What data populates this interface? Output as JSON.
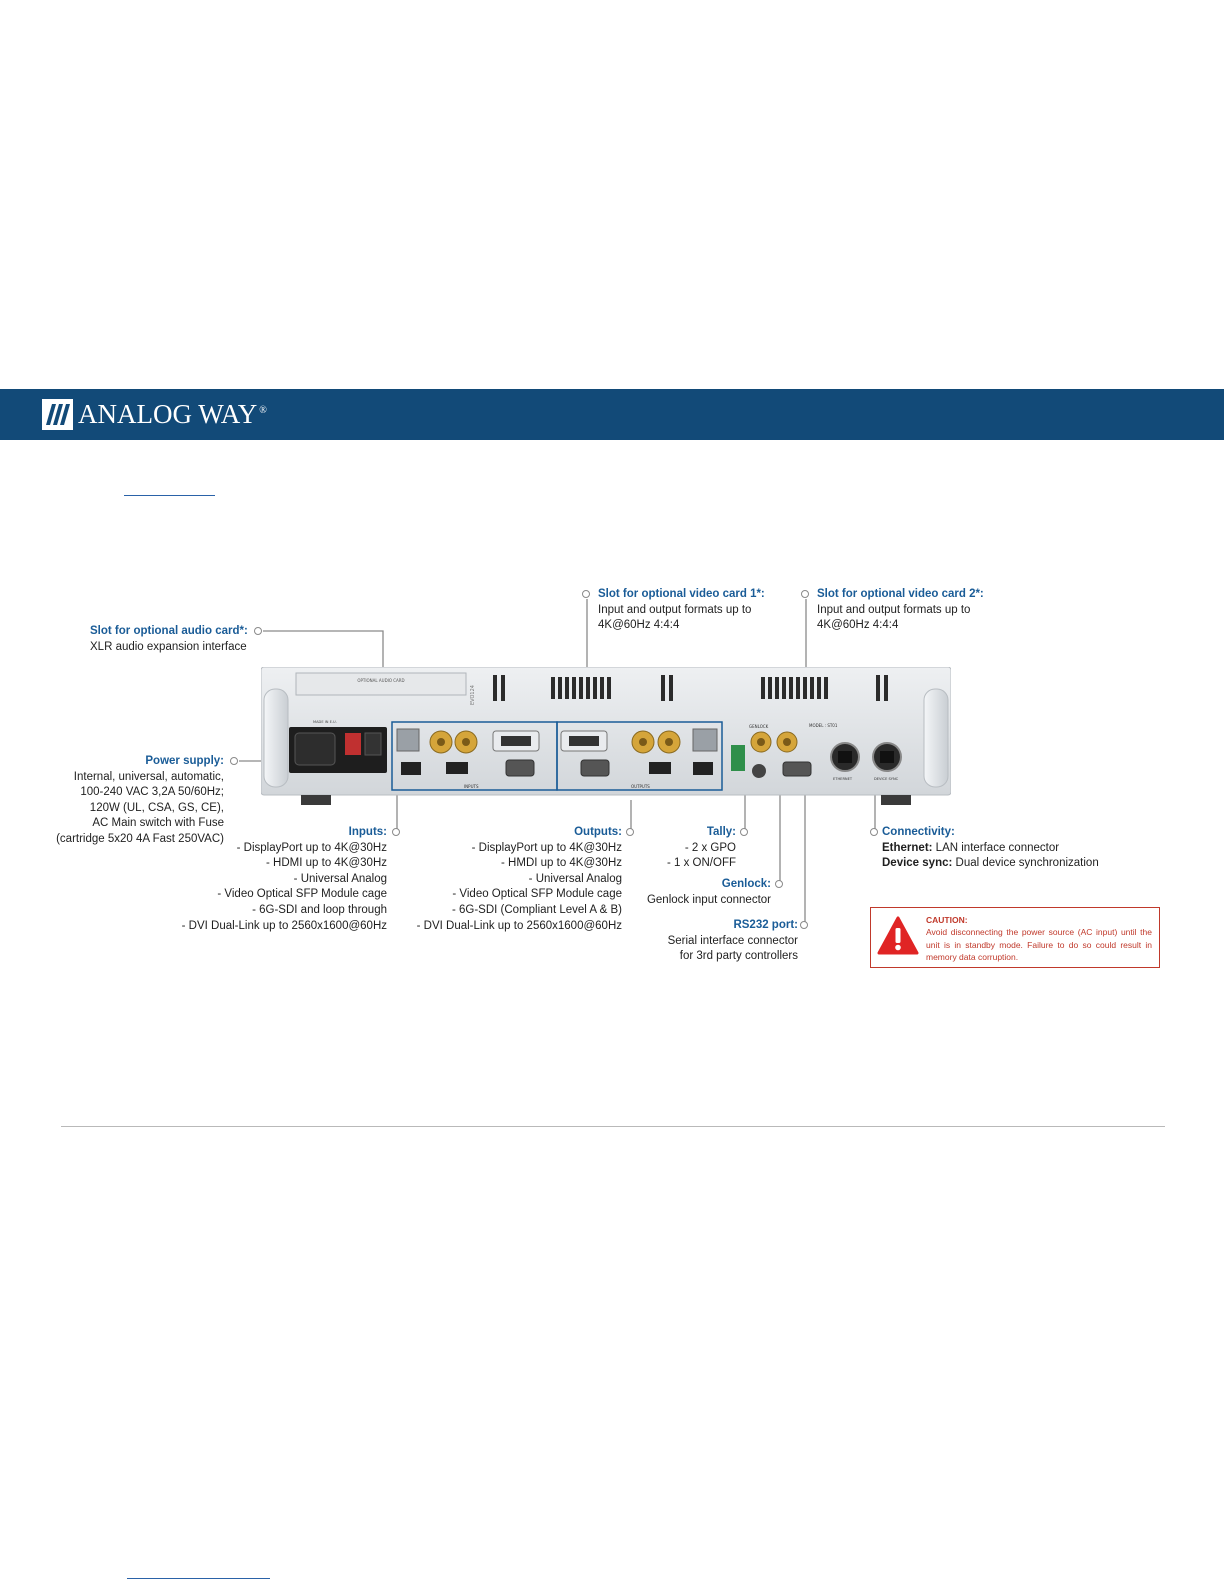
{
  "header": {
    "brand": "ANALOG WAY",
    "registered": "®"
  },
  "annotations": {
    "audio_card": {
      "title": "Slot for optional audio card*:",
      "lines": [
        "XLR audio expansion interface"
      ]
    },
    "video_card_1": {
      "title": "Slot for optional video card 1*:",
      "lines": [
        "Input and output formats up to",
        "4K@60Hz 4:4:4"
      ]
    },
    "video_card_2": {
      "title": "Slot for optional video card 2*:",
      "lines": [
        "Input and output formats up to",
        "4K@60Hz 4:4:4"
      ]
    },
    "power_supply": {
      "title": "Power supply:",
      "lines": [
        "Internal, universal, automatic,",
        "100-240 VAC 3,2A 50/60Hz;",
        "120W (UL, CSA, GS, CE),",
        "AC Main switch with Fuse",
        "(cartridge 5x20 4A Fast 250VAC)"
      ]
    },
    "inputs": {
      "title": "Inputs:",
      "lines": [
        "- DisplayPort up to 4K@30Hz",
        "- HDMI up to 4K@30Hz",
        "- Universal Analog",
        "- Video Optical SFP Module cage",
        "- 6G-SDI and loop through",
        "- DVI Dual-Link up to 2560x1600@60Hz"
      ]
    },
    "outputs": {
      "title": "Outputs:",
      "lines": [
        "- DisplayPort up to 4K@30Hz",
        "- HMDI up to 4K@30Hz",
        "- Universal Analog",
        "- Video Optical SFP Module cage",
        "- 6G-SDI (Compliant Level A & B)",
        "- DVI Dual-Link up to 2560x1600@60Hz"
      ]
    },
    "tally": {
      "title": "Tally:",
      "lines": [
        "- 2 x GPO",
        "- 1 x ON/OFF"
      ]
    },
    "genlock": {
      "title": "Genlock:",
      "lines": [
        "Genlock input connector"
      ]
    },
    "rs232": {
      "title": "RS232 port:",
      "lines": [
        "Serial interface connector",
        "for 3rd party controllers"
      ]
    },
    "connectivity": {
      "title": "Connectivity:",
      "ethernet_label": "Ethernet:",
      "ethernet_text": " LAN interface connector",
      "sync_label": "Device sync:",
      "sync_text": " Dual device synchronization"
    }
  },
  "caution": {
    "title": "CAUTION:",
    "text": "Avoid disconnecting the power source (AC input) until the unit is in standby mode. Failure to do so could result in memory data corruption."
  },
  "device_labels": {
    "optional_audio_card": "OPTIONAL AUDIO CARD",
    "made_in": "MADE IN E.U.",
    "inputs": "INPUTS",
    "outputs": "OUTPUTS",
    "genlock": "GENLOCK",
    "model": "MODEL : ST01",
    "ethernet": "ETHERNET",
    "device_sync": "DEVICE SYNC",
    "model_name": "EVO124"
  },
  "colors": {
    "brand": "#124a78",
    "title_blue": "#1a5c97",
    "caution_red": "#c0392b"
  }
}
